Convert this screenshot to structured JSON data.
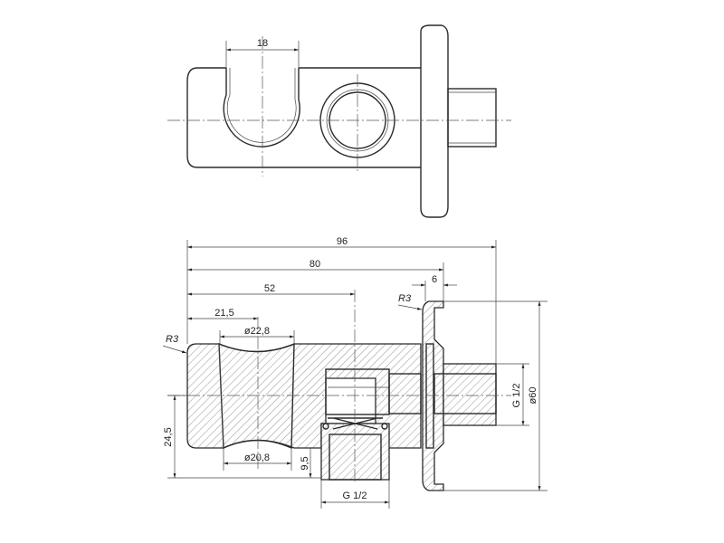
{
  "top_view": {
    "dim_slot_width": "18"
  },
  "section_view": {
    "dim_total_length": "96",
    "dim_to_plate": "80",
    "dim_plate_thickness": "6",
    "radius_plate": "R3",
    "dim_to_outlet_axis": "52",
    "dim_to_holder_axis": "21,5",
    "dia_holder_top": "ø22,8",
    "radius_body": "R3",
    "dim_axis_to_outlet_end": "24,5",
    "dia_holder_bottom": "ø20,8",
    "dim_outlet_depth": "9,5",
    "thread_outlet": "G 1/2",
    "thread_inlet": "G 1/2",
    "dia_plate": "ø60"
  }
}
